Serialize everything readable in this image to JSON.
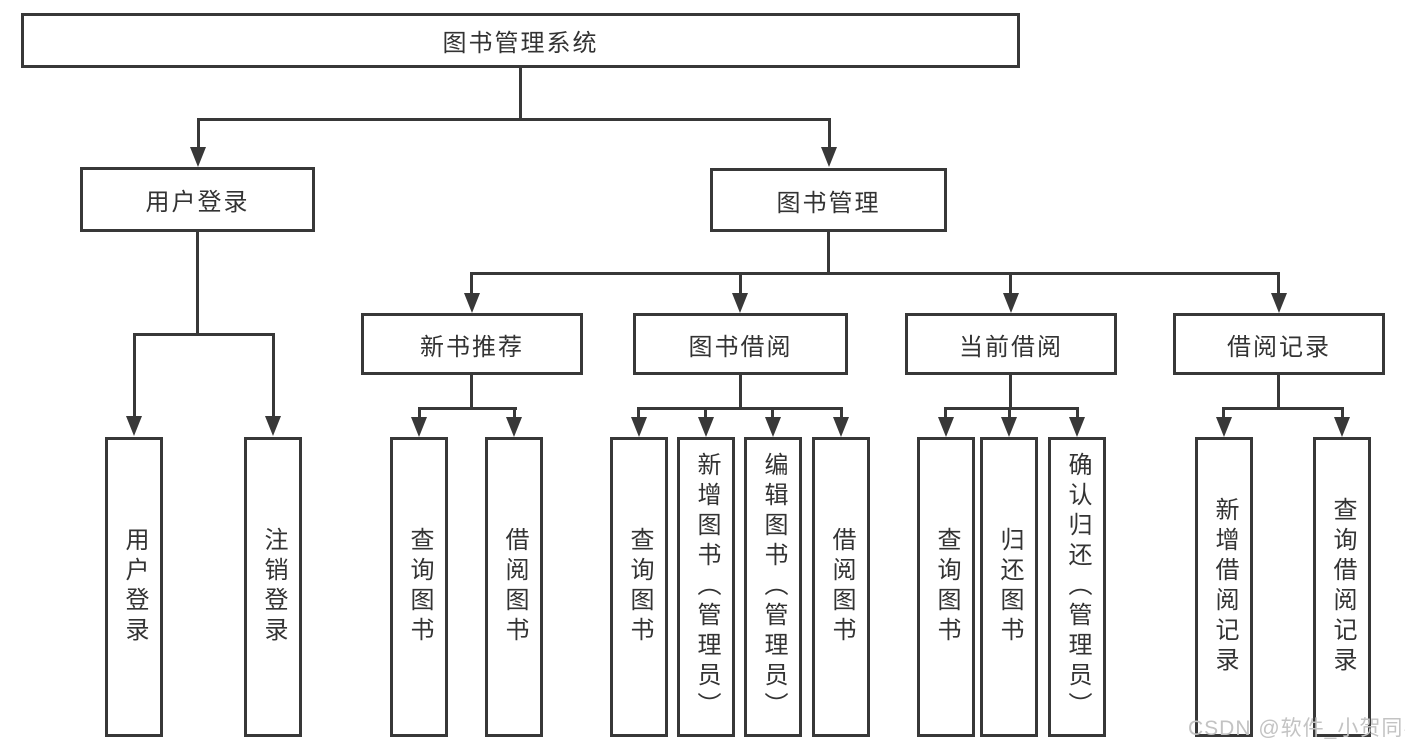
{
  "diagram": {
    "root": {
      "label": "图书管理系统"
    },
    "user_login": {
      "label": "用户登录",
      "children": [
        "用户登录",
        "注销登录"
      ]
    },
    "book_mgmt": {
      "label": "图书管理"
    },
    "new_books": {
      "label": "新书推荐",
      "children": [
        "查询图书",
        "借阅图书"
      ]
    },
    "borrowing": {
      "label": "图书借阅",
      "children": [
        "查询图书",
        "新增图书（管理员）",
        "编辑图书（管理员）",
        "借阅图书"
      ]
    },
    "current": {
      "label": "当前借阅",
      "children": [
        "查询图书",
        "归还图书",
        "确认归还（管理员）"
      ]
    },
    "records": {
      "label": "借阅记录",
      "children": [
        "新增借阅记录",
        "查询借阅记录"
      ]
    }
  },
  "watermark": "CSDN @软件_小贺同学",
  "colors": {
    "line": "#383838",
    "text": "#333333",
    "watermark": "#c3c3c3"
  }
}
